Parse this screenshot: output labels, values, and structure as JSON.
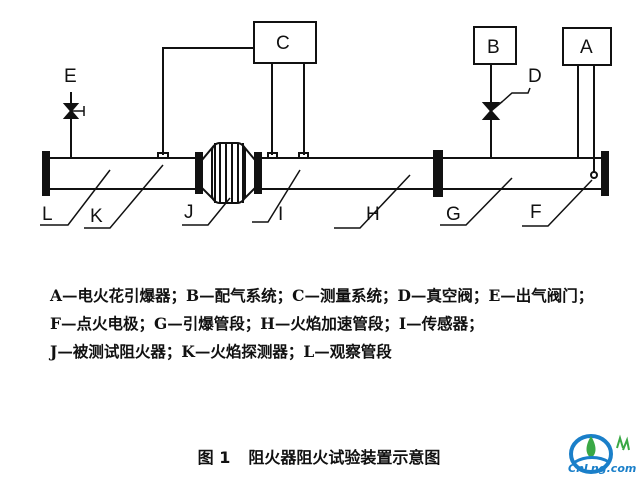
{
  "diagram": {
    "labels": {
      "A": "A",
      "B": "B",
      "C": "C",
      "D": "D",
      "E": "E",
      "F": "F",
      "G": "G",
      "H": "H",
      "I": "I",
      "J": "J",
      "K": "K",
      "L": "L"
    }
  },
  "legend": {
    "items": [
      "A—电火花引爆器；",
      "B—配气系统；",
      "C—测量系统；",
      "D—真空阀；",
      "E—出气阀门；",
      "F—点火电极；",
      "G—引爆管段；",
      "H—火焰加速管段；",
      "I—传感器；",
      "J—被测试阻火器；",
      "K—火焰探测器；",
      "L—观察管段"
    ]
  },
  "caption": {
    "figure_number": "图 1",
    "title": "阻火器阻火试验装置示意图"
  },
  "logo": {
    "text": "CnLng.com",
    "colors": {
      "blue": "#1a7fc9",
      "green": "#3aa845"
    }
  }
}
